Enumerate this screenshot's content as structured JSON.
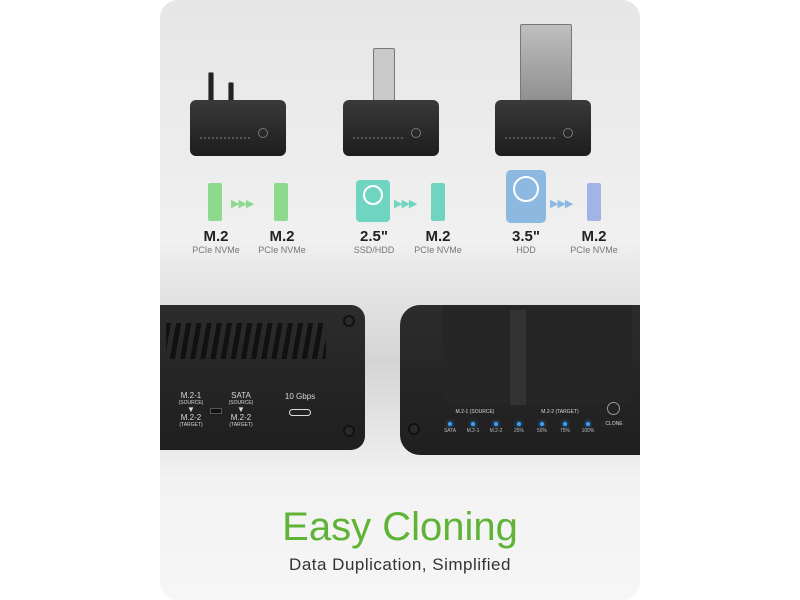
{
  "modes": [
    {
      "source": "M.2",
      "source_sub": "PCIe NVMe",
      "target": "M.2",
      "target_sub": "PCIe NVMe",
      "color": "#8dd98d"
    },
    {
      "source": "2.5\"",
      "source_sub": "SSD/HDD",
      "target": "M.2",
      "target_sub": "PCIe NVMe",
      "color": "#6fd4c0"
    },
    {
      "source": "3.5\"",
      "source_sub": "HDD",
      "target": "M.2",
      "target_sub": "PCIe NVMe",
      "color": "#8db8e0"
    }
  ],
  "arrows": "▶▶▶",
  "back_panel": {
    "mode1_src": "M.2-1",
    "mode1_src_sub": "(SOURCE)",
    "mode1_tgt": "M.2-2",
    "mode1_tgt_sub": "(TARGET)",
    "mode2_src": "SATA",
    "mode2_src_sub": "(SOURCE)",
    "mode2_tgt": "M.2-2",
    "mode2_tgt_sub": "(TARGET)",
    "arrow": "▼",
    "usb_speed": "10 Gbps"
  },
  "front_panel": {
    "slot1": "M.2-1 (SOURCE)",
    "slot2": "M.2-2 (TARGET)",
    "clone": "CLONE",
    "leds": [
      "SATA",
      "M.2-1",
      "M.2-2",
      "25%",
      "50%",
      "75%",
      "100%"
    ]
  },
  "headline": "Easy Cloning",
  "subheadline": "Data Duplication, Simplified",
  "accent_color": "#5fb336"
}
